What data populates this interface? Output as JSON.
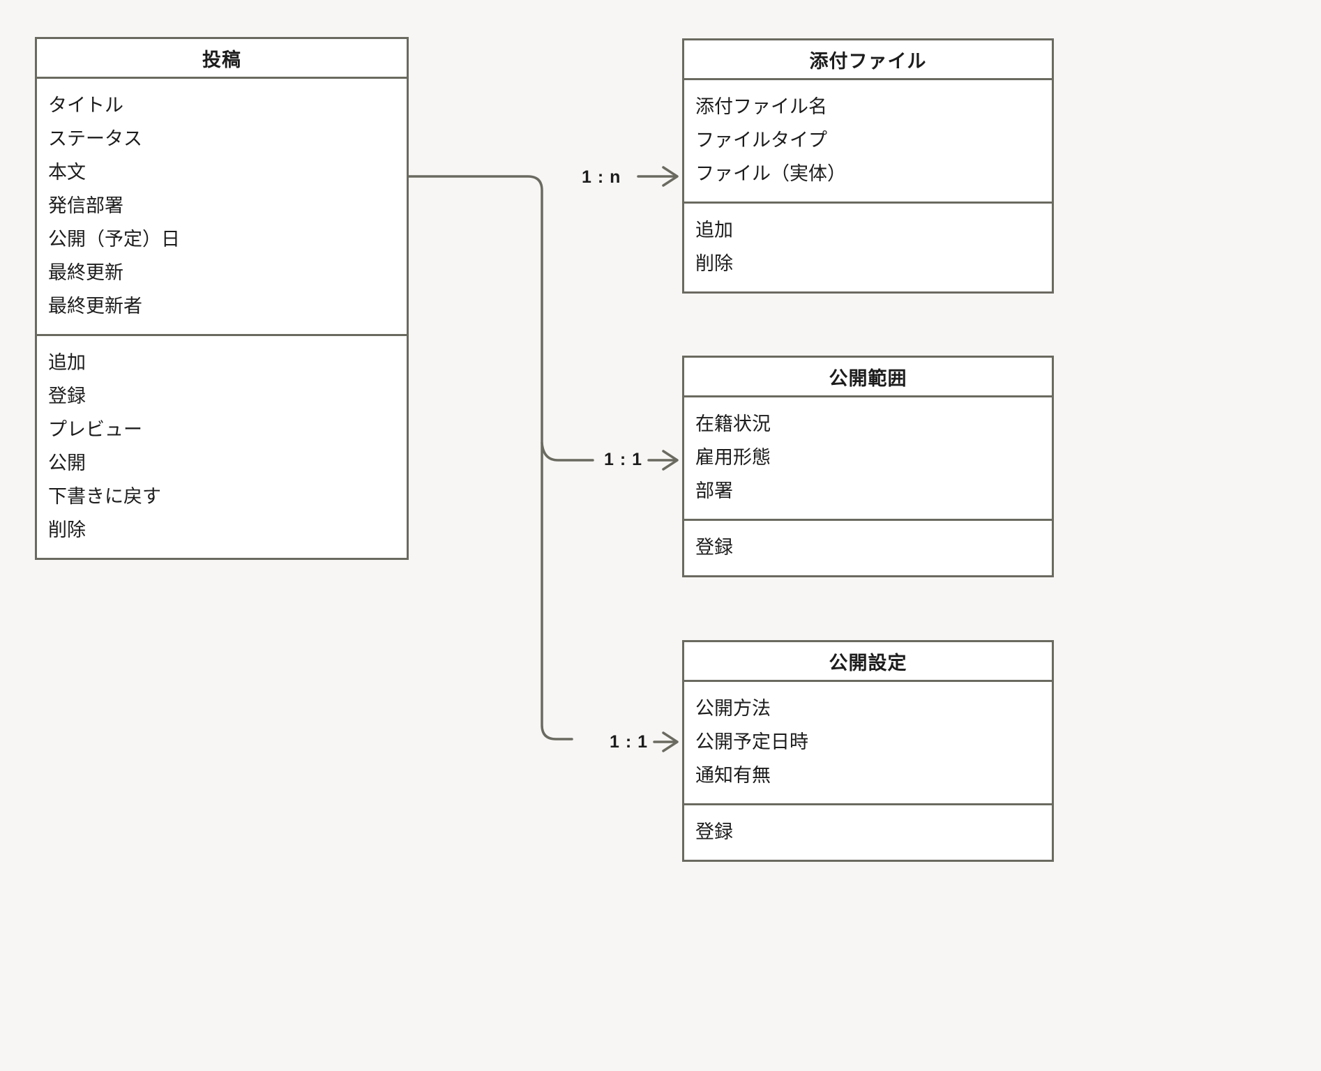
{
  "diagram": {
    "type": "uml-class-diagram",
    "background_color": "#f7f6f4",
    "border_color": "#6b6a60",
    "box_fill_color": "#ffffff",
    "text_color": "#1c1c1c"
  },
  "classes": [
    {
      "id": "toukou",
      "title": "投稿",
      "attributes": [
        "タイトル",
        "ステータス",
        "本文",
        "発信部署",
        "公開（予定）日",
        "最終更新",
        "最終更新者"
      ],
      "operations": [
        "追加",
        "登録",
        "プレビュー",
        "公開",
        "下書きに戻す",
        "削除"
      ]
    },
    {
      "id": "tenpu-file",
      "title": "添付ファイル",
      "attributes": [
        "添付ファイル名",
        "ファイルタイプ",
        "ファイル（実体）"
      ],
      "operations": [
        "追加",
        "削除"
      ]
    },
    {
      "id": "koukai-hani",
      "title": "公開範囲",
      "attributes": [
        "在籍状況",
        "雇用形態",
        "部署"
      ],
      "operations": [
        "登録"
      ]
    },
    {
      "id": "koukai-settei",
      "title": "公開設定",
      "attributes": [
        "公開方法",
        "公開予定日時",
        "通知有無"
      ],
      "operations": [
        "登録"
      ]
    }
  ],
  "relations": [
    {
      "id": "rel-tenpu",
      "from": "投稿",
      "to": "添付ファイル",
      "label": "1 : n"
    },
    {
      "id": "rel-hani",
      "from": "投稿",
      "to": "公開範囲",
      "label": "1 : 1"
    },
    {
      "id": "rel-settei",
      "from": "投稿",
      "to": "公開設定",
      "label": "1 : 1"
    }
  ]
}
